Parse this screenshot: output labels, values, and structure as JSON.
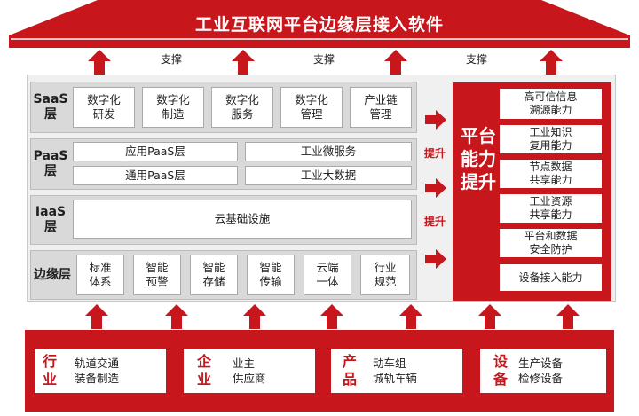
{
  "title": "工业互联网平台边缘层接入软件",
  "support_labels": [
    "支撑",
    "支撑",
    "支撑"
  ],
  "layers": [
    {
      "name": [
        "SaaS",
        "层"
      ],
      "cells": [
        [
          "数字化",
          "研发"
        ],
        [
          "数字化",
          "制造"
        ],
        [
          "数字化",
          "服务"
        ],
        [
          "数字化",
          "管理"
        ],
        [
          "产业链",
          "管理"
        ]
      ]
    },
    {
      "name": [
        "PaaS",
        "层"
      ],
      "cells": [
        [
          "应用PaaS层"
        ],
        [
          "工业微服务"
        ],
        [
          "通用PaaS层"
        ],
        [
          "工业大数据"
        ]
      ]
    },
    {
      "name": [
        "IaaS",
        "层"
      ],
      "cells": [
        [
          "云基础设施"
        ]
      ]
    },
    {
      "name": [
        "边缘层"
      ],
      "cells": [
        [
          "标准",
          "体系"
        ],
        [
          "智能",
          "预警"
        ],
        [
          "智能",
          "存储"
        ],
        [
          "智能",
          "传输"
        ],
        [
          "云端",
          "一体"
        ],
        [
          "行业",
          "规范"
        ]
      ]
    }
  ],
  "boost_labels": [
    "提升",
    "提升"
  ],
  "capability": {
    "title": "平台能力提升",
    "items": [
      [
        "高可信信息",
        "溯源能力"
      ],
      [
        "工业知识",
        "复用能力"
      ],
      [
        "节点数据",
        "共享能力"
      ],
      [
        "工业资源",
        "共享能力"
      ],
      [
        "平台和数据",
        "安全防护"
      ],
      [
        "设备接入能力"
      ]
    ]
  },
  "industries": [
    {
      "title": [
        "行",
        "业"
      ],
      "items": [
        "轨道交通",
        "装备制造"
      ]
    },
    {
      "title": [
        "企",
        "业"
      ],
      "items": [
        "业主",
        "供应商"
      ]
    },
    {
      "title": [
        "产",
        "品"
      ],
      "items": [
        "动车组",
        "城轨车辆"
      ]
    },
    {
      "title": [
        "设",
        "备"
      ],
      "items": [
        "生产设备",
        "检修设备"
      ]
    }
  ],
  "colors": {
    "accent": "#c8161d",
    "panel": "#f0f0f0",
    "band": "#d9d9d9"
  }
}
